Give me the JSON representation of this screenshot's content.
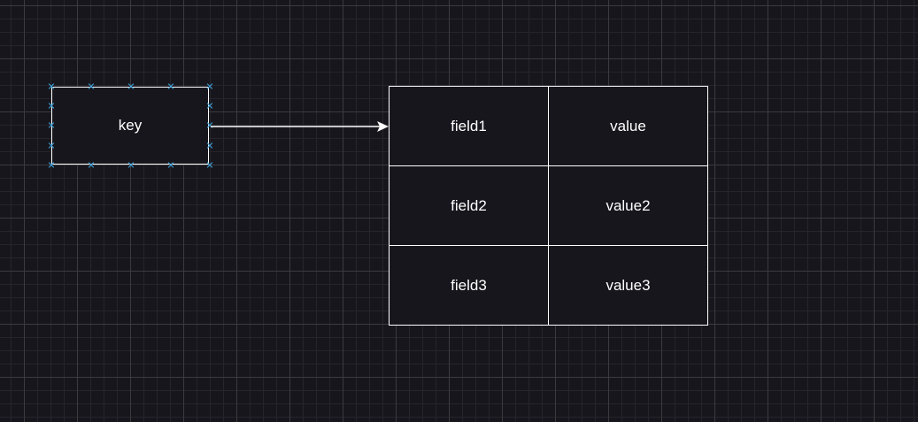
{
  "diagram": {
    "key_label": "key",
    "rows": [
      {
        "field": "field1",
        "value": "value"
      },
      {
        "field": "field2",
        "value": "value2"
      },
      {
        "field": "field3",
        "value": "value3"
      }
    ],
    "colors": {
      "background": "#18161d",
      "stroke": "#ffffff",
      "selection_handle": "#3aa0d8"
    },
    "selection_handle_icon": "x-mark-icon"
  }
}
